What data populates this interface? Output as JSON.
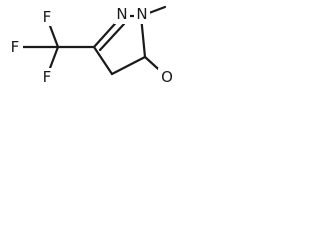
{
  "molecule": {
    "atoms": {
      "n1": "N",
      "n2": "N",
      "o": "O",
      "f_top": "F",
      "f_left": "F",
      "f_bottom": "F"
    }
  },
  "colors": {
    "ink": "#1a1a1a",
    "background": "#ffffff"
  }
}
